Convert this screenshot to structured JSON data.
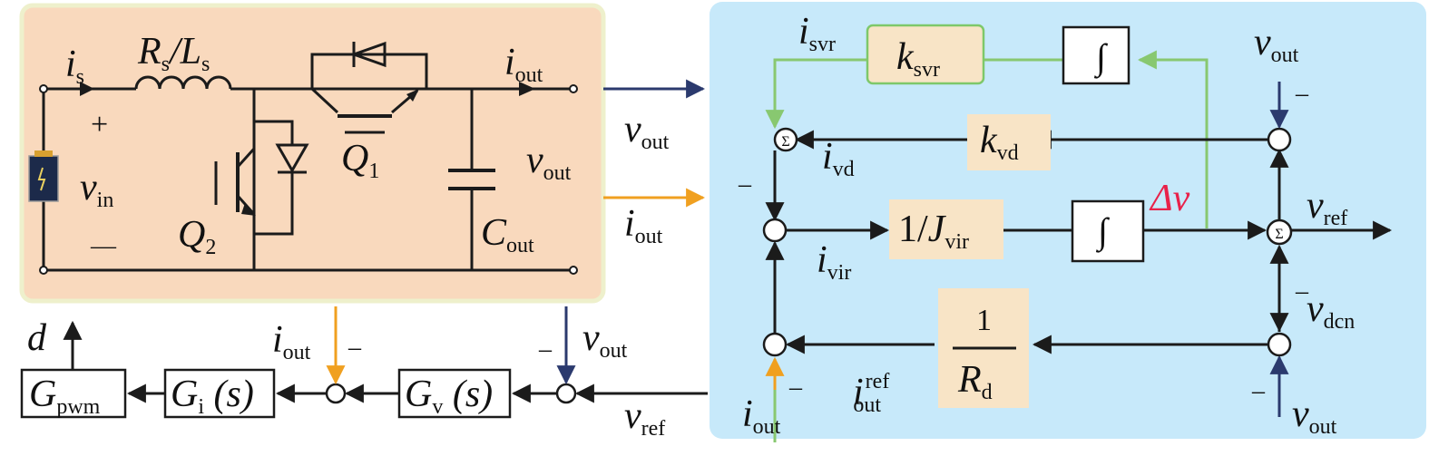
{
  "circuit": {
    "is": {
      "main": "i",
      "sub": "s"
    },
    "rl_r": {
      "main": "R",
      "sub": "s"
    },
    "rl_l": {
      "main": "L",
      "sub": "s"
    },
    "iout": {
      "main": "i",
      "sub": "out"
    },
    "plus": "+",
    "minus": "—",
    "vin": {
      "main": "v",
      "sub": "in"
    },
    "q1": {
      "main": "Q",
      "sub": "1"
    },
    "q2": {
      "main": "Q",
      "sub": "2"
    },
    "vout": {
      "main": "v",
      "sub": "out"
    },
    "cout": {
      "main": "C",
      "sub": "out"
    }
  },
  "links": {
    "vout": {
      "main": "v",
      "sub": "out"
    },
    "iout": {
      "main": "i",
      "sub": "out"
    }
  },
  "bottom": {
    "d": "d",
    "gpwm": {
      "main": "G",
      "sub": "pwm"
    },
    "gi": {
      "main": "G",
      "sub": "i",
      "arg": "(s)"
    },
    "gv": {
      "main": "G",
      "sub": "v",
      "arg": "(s)"
    },
    "iout": {
      "main": "i",
      "sub": "out"
    },
    "vout": {
      "main": "v",
      "sub": "out"
    },
    "vref": {
      "main": "v",
      "sub": "ref"
    },
    "minus": "–"
  },
  "control": {
    "isvr": {
      "main": "i",
      "sub": "svr"
    },
    "ksvr": {
      "main": "k",
      "sub": "svr"
    },
    "integral": "∫",
    "vout_top": {
      "main": "v",
      "sub": "out"
    },
    "kvd": {
      "main": "k",
      "sub": "vd"
    },
    "ivd": {
      "main": "i",
      "sub": "vd"
    },
    "jvir": {
      "pre": "1/",
      "main": "J",
      "sub": "vir"
    },
    "delta_v": "Δv",
    "vref": {
      "main": "v",
      "sub": "ref"
    },
    "ivir": {
      "main": "i",
      "sub": "vir"
    },
    "rd_num": "1",
    "rd": {
      "main": "R",
      "sub": "d"
    },
    "vdcn": {
      "main": "v",
      "sub": "dcn"
    },
    "iref": {
      "main": "i",
      "sup": "ref",
      "sub": "out"
    },
    "iout": {
      "main": "i",
      "sub": "out"
    },
    "vout_bot": {
      "main": "v",
      "sub": "out"
    },
    "sigma": "Σ",
    "minus": "–"
  },
  "colors": {
    "circuit_bg": "#f9d9bd",
    "circuit_border": "#eef0cc",
    "control_bg": "#c7e9fa",
    "label_bg": "#f8e4c6",
    "navy": "#2b3a6e",
    "orange": "#f0a020",
    "green": "#88c870",
    "red": "#e8224a"
  }
}
